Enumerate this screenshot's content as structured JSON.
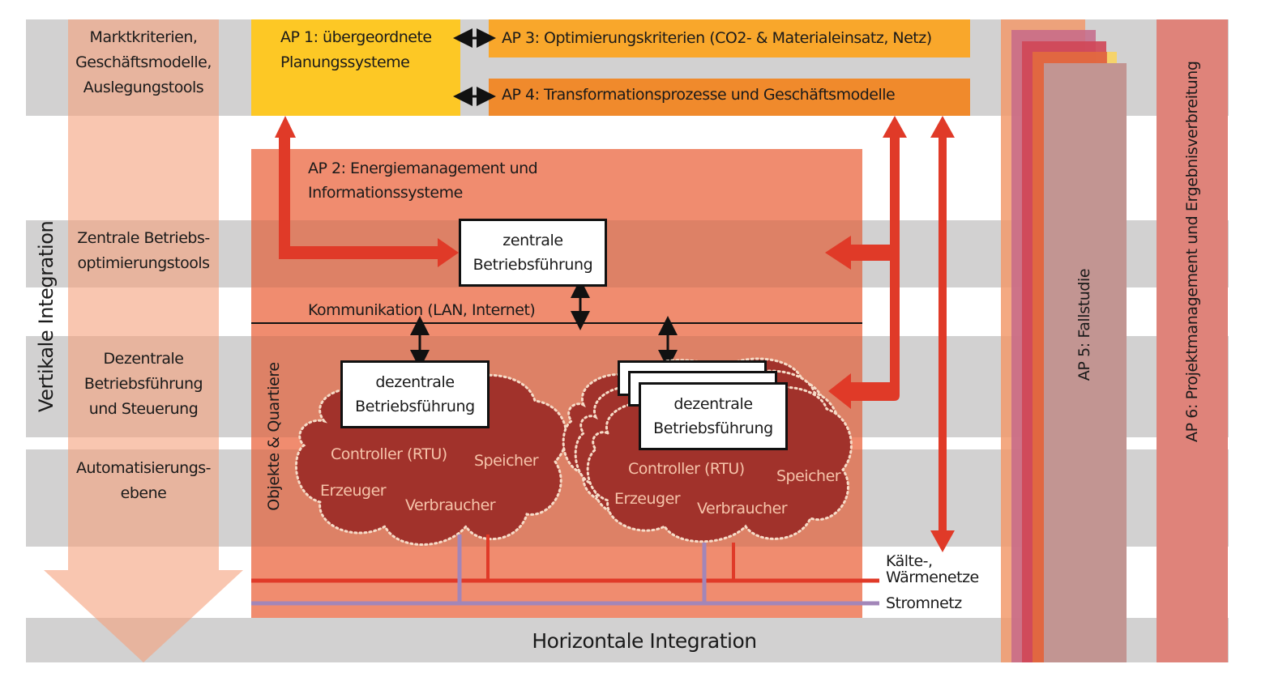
{
  "levels": {
    "markt": "Marktkriterien,\nGeschäftsmodelle,\nAuslegungstools",
    "zentral": "Zentrale Betriebs-\noptimierungstools",
    "dezentral": "Dezentrale\nBetriebsführung\nund Steuerung",
    "automation": "Automatisierungs-\nebene"
  },
  "axes": {
    "vertical": "Vertikale Integration",
    "horizontal": "Horizontale Integration"
  },
  "work_packages": {
    "ap1": "AP 1: übergeordnete\nPlanungssysteme",
    "ap2": "AP 2: Energiemanagement und\nInformationssysteme",
    "ap3": "AP 3: Optimierungskriterien (CO2- & Materialeinsatz, Netz)",
    "ap4": "AP 4: Transformationsprozesse und Geschäftsmodelle",
    "ap5": "AP 5: Fallstudie",
    "ap6": "AP 6: Projektmanagement und Ergebnisverbreitung"
  },
  "boxes": {
    "zentrale": "zentrale\nBetriebsführung",
    "dezentrale_1": "dezentrale\nBetriebsführung",
    "dezentrale_2": "dezentrale\nBetriebsführung"
  },
  "communication": "Kommunikation (LAN, Internet)",
  "objects_label": "Objekte & Quartiere",
  "cloud_items": {
    "controller": "Controller (RTU)",
    "speicher": "Speicher",
    "erzeuger": "Erzeuger",
    "verbraucher": "Verbraucher"
  },
  "networks": {
    "heat": "Kälte-,\nWärmenetze",
    "power": "Stromnetz"
  },
  "colors": {
    "band_gray": "#d2d1d1",
    "ap1_yellow": "#fdc825",
    "ap3_orange": "#f9a72b",
    "ap4_orange": "#f08a2c",
    "ap2_salmon": "#f08c6f",
    "cloud_red": "#a1322b",
    "arrow_red": "#e03a28",
    "power_line": "#a286b8",
    "ap5": "#c29592",
    "ap6": "#df837a"
  }
}
